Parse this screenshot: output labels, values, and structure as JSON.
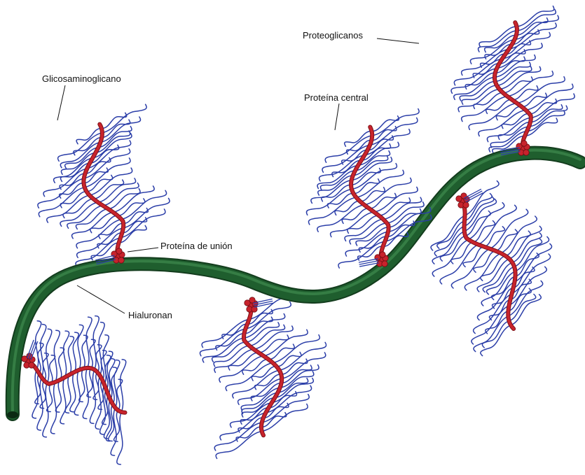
{
  "labels": {
    "proteoglicanos": "Proteoglicanos",
    "glicosaminoglicano": "Glicosaminoglicano",
    "proteina_central": "Proteína central",
    "proteina_union": "Proteína de unión",
    "hialuronan": "Hialuronan"
  },
  "colors": {
    "hyaluronan": "#1f5e2e",
    "hyaluronan_highlight": "#3f8a4f",
    "core_protein": "#c8232c",
    "gag_chain": "#2b3ea8",
    "link_protein": "#c8232c",
    "leader_line": "#111111"
  }
}
